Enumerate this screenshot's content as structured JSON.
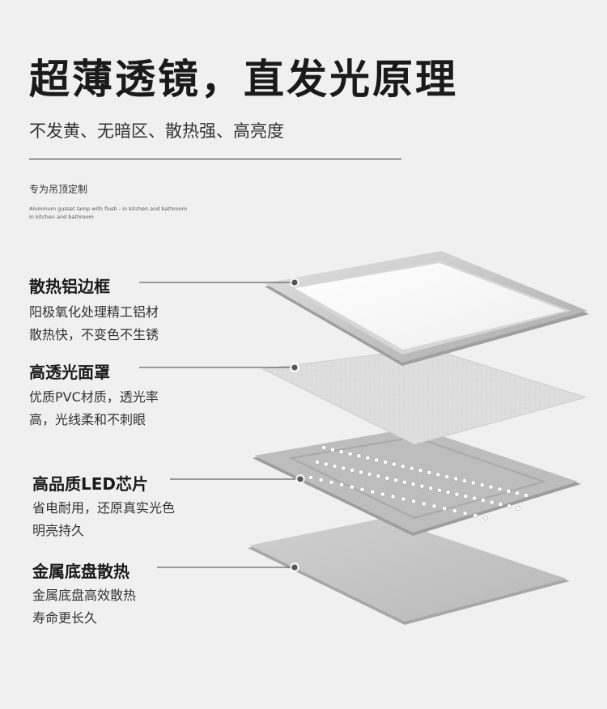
{
  "header": {
    "title": "超薄透镜，直发光原理",
    "subtitle": "不发黄、无暗区、散热强、高亮度",
    "small_heading": "专为吊顶定制",
    "tiny_line_1": "Aluminum gusset lamp with flush - in kitchen and bathroom",
    "tiny_line_2": "in kitchen and bathroom"
  },
  "layers": [
    {
      "title": "散热铝边框",
      "desc_1": "阳极氧化处理精工铝材",
      "desc_2": "散热快，不变色不生锈"
    },
    {
      "title": "高透光面罩",
      "desc_1": "优质PVC材质，透光率",
      "desc_2": "高，光线柔和不刺眼"
    },
    {
      "title": "高品质LED芯片",
      "desc_1": "省电耐用，还原真实光色",
      "desc_2": "明亮持久"
    },
    {
      "title": "金属底盘散热",
      "desc_1": "金属底盘高效散热",
      "desc_2": "寿命更长久"
    }
  ],
  "colors": {
    "background": "#f0f0f0",
    "frame": "#c9c9c9",
    "frame_inner": "#ffffff",
    "diffuser": "#dcdcdc",
    "led_board": "#b8b8b8",
    "base_plate": "#c4c4c4",
    "led_chip": "#ffffff"
  }
}
